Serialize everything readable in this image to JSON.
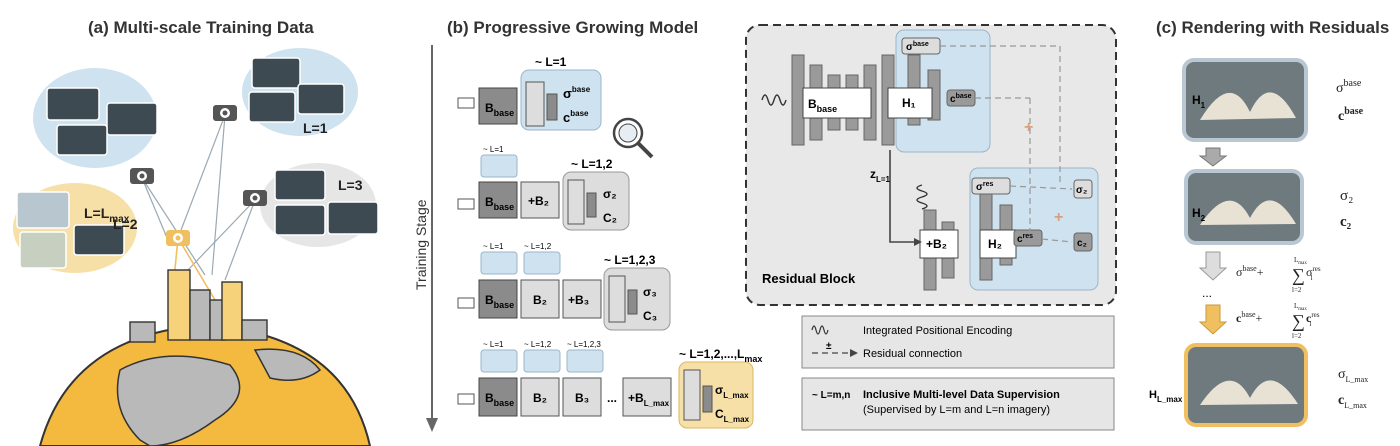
{
  "panel_a": {
    "title": "(a) Multi-scale Training Data",
    "labels": {
      "l1": "L=1",
      "l2": "L=2",
      "l3": "L=3",
      "lmax_main": "L=L",
      "lmax_sub": "max"
    }
  },
  "panel_b": {
    "title": "(b) Progressive Growing Model",
    "axis_label": "Training Stage",
    "stage_labels": [
      "~ L=1",
      "~ L=1,2",
      "~ L=1,2,3",
      "~ L=1,2,...,L"
    ],
    "stage_label_last_sub": "max",
    "mini_labels": [
      "~ L=1",
      "~ L=1,2",
      "~ L=1,2,3"
    ],
    "blocks": {
      "base_main": "B",
      "base_sub": "base",
      "b2": "B₂",
      "b3": "B₃",
      "plus_b2": "+B₂",
      "plus_b3": "+B₃",
      "plus_bl_main": "+B",
      "plus_bl_sub": "L_max",
      "dots": "..."
    },
    "heads": {
      "sigma_base": "σ",
      "c_base": "c",
      "base_sup": "base",
      "sigma2": "σ₂",
      "c2": "C₂",
      "sigma3": "σ₃",
      "c3": "C₃",
      "sigmal": "σ",
      "cl": "C",
      "lmax_sub": "L_max"
    }
  },
  "residual_block": {
    "label": "Residual Block",
    "b_base_main": "B",
    "b_base_sub": "base",
    "h1": "H₁",
    "h2": "H₂",
    "plus_b2": "+B₂",
    "sigma_base_main": "σ",
    "sigma_base_sup": "base",
    "c_base_main": "c",
    "c_base_sup": "base",
    "sigma_res_main": "σ",
    "sigma_res_sup": "res",
    "c_res_main": "c",
    "c_res_sup": "res",
    "sigma2": "σ₂",
    "c2": "c₂",
    "z_main": "z",
    "z_sub": "L=1"
  },
  "legend": {
    "ipe": "Integrated Positional Encoding",
    "residual": "Residual connection",
    "sup_symbol": "~ L=m,n",
    "sup_title": "Inclusive Multi-level Data Supervision",
    "sup_desc": "(Supervised by L=m and L=n imagery)"
  },
  "panel_c": {
    "title": "(c) Rendering with Residuals",
    "h1_main": "H",
    "h1_sub": "1",
    "h2_main": "H",
    "h2_sub": "2",
    "hl_main": "H",
    "hl_sub": "L_max",
    "sigma_base": "σ",
    "c_base": "c",
    "base_sup": "base",
    "sigma2": "σ₂",
    "c2": "c₂",
    "dots": "...",
    "sum_sigma_prefix": "σ",
    "sum_plus": "+",
    "sum_symbol": "∑",
    "sum_top": "L",
    "sum_top_sub": "max",
    "sum_bottom": "l=2",
    "sum_term": "σ",
    "sum_term_sub": "l",
    "sum_term_sup": "res",
    "sum_c_prefix": "c",
    "sum_c_term": "c",
    "final_sigma": "σ",
    "final_c": "c",
    "final_sub": "L_max"
  },
  "colors": {
    "blue": "#cfe2ef",
    "yellow": "#f6e0a8",
    "gray_panel": "#dddddd",
    "block": "#9a9a9a",
    "dark_block": "#555555",
    "earth": "#f4b93f",
    "arrow_yellow": "#f0c060"
  }
}
